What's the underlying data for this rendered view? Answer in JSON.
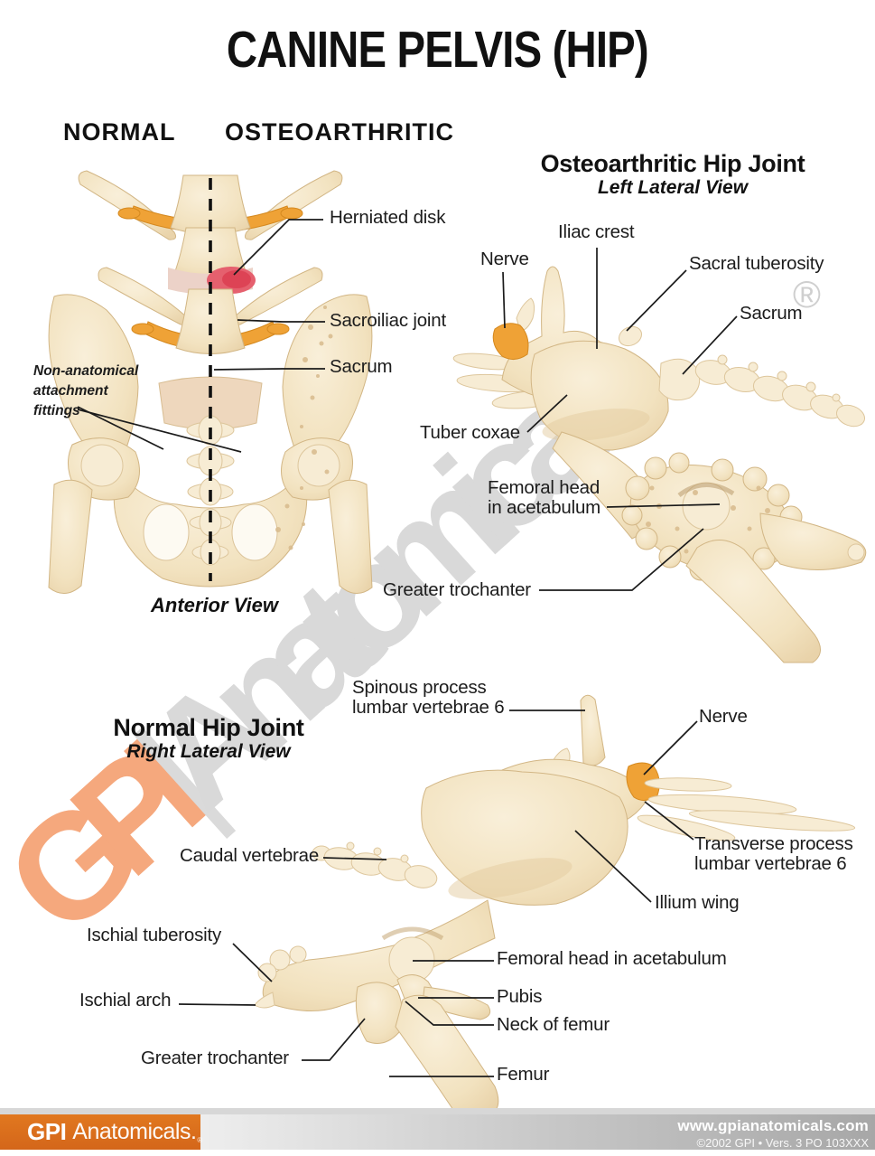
{
  "title": "CANINE PELVIS (HIP)",
  "comparison": {
    "left": "NORMAL",
    "right": "OSTEOARTHRITIC"
  },
  "anterior": {
    "caption": "Anterior View",
    "labels": {
      "herniated_disk": "Herniated disk",
      "sacroiliac_joint": "Sacroiliac joint",
      "sacrum": "Sacrum",
      "fittings": "Non-anatomical\nattachment\nfittings"
    }
  },
  "osteo_view": {
    "title": "Osteoarthritic Hip Joint",
    "subtitle": "Left Lateral View",
    "labels": {
      "iliac_crest": "Iliac crest",
      "nerve": "Nerve",
      "sacral_tuberosity": "Sacral tuberosity",
      "sacrum": "Sacrum",
      "tuber_coxae": "Tuber coxae",
      "femoral_head": "Femoral head\nin acetabulum",
      "greater_trochanter": "Greater trochanter"
    }
  },
  "normal_view": {
    "title": "Normal Hip Joint",
    "subtitle": "Right Lateral View",
    "labels": {
      "spinous_process": "Spinous process\nlumbar vertebrae 6",
      "nerve": "Nerve",
      "caudal_vertebrae": "Caudal vertebrae",
      "transverse_process": "Transverse process\nlumbar vertebrae 6",
      "illium_wing": "Illium wing",
      "ischial_tuberosity": "Ischial tuberosity",
      "femoral_head": "Femoral head in acetabulum",
      "ischial_arch": "Ischial arch",
      "pubis": "Pubis",
      "neck_of_femur": "Neck of femur",
      "greater_trochanter": "Greater trochanter",
      "femur": "Femur"
    }
  },
  "watermark": {
    "brand_bold": "GPI",
    "divider": "|",
    "brand_rest": "Anatomicals",
    "registered": "®",
    "accent_color": "#f5a87d",
    "gray_color": "#d9d9d9"
  },
  "footer": {
    "logo_bold": "GPI",
    "logo_rest": "Anatomicals.",
    "logo_registered": "®",
    "website": "www.gpianatomicals.com",
    "copyright": "©2002 GPI • Vers. 3 PO 103XXX",
    "orange": "#d8691d"
  },
  "palette": {
    "bone": "#f3e5c6",
    "bone_shadow": "#dfc79c",
    "nerve_orange": "#efa236",
    "herniation_red": "#dd4355",
    "label_text": "#1c1c1c"
  }
}
